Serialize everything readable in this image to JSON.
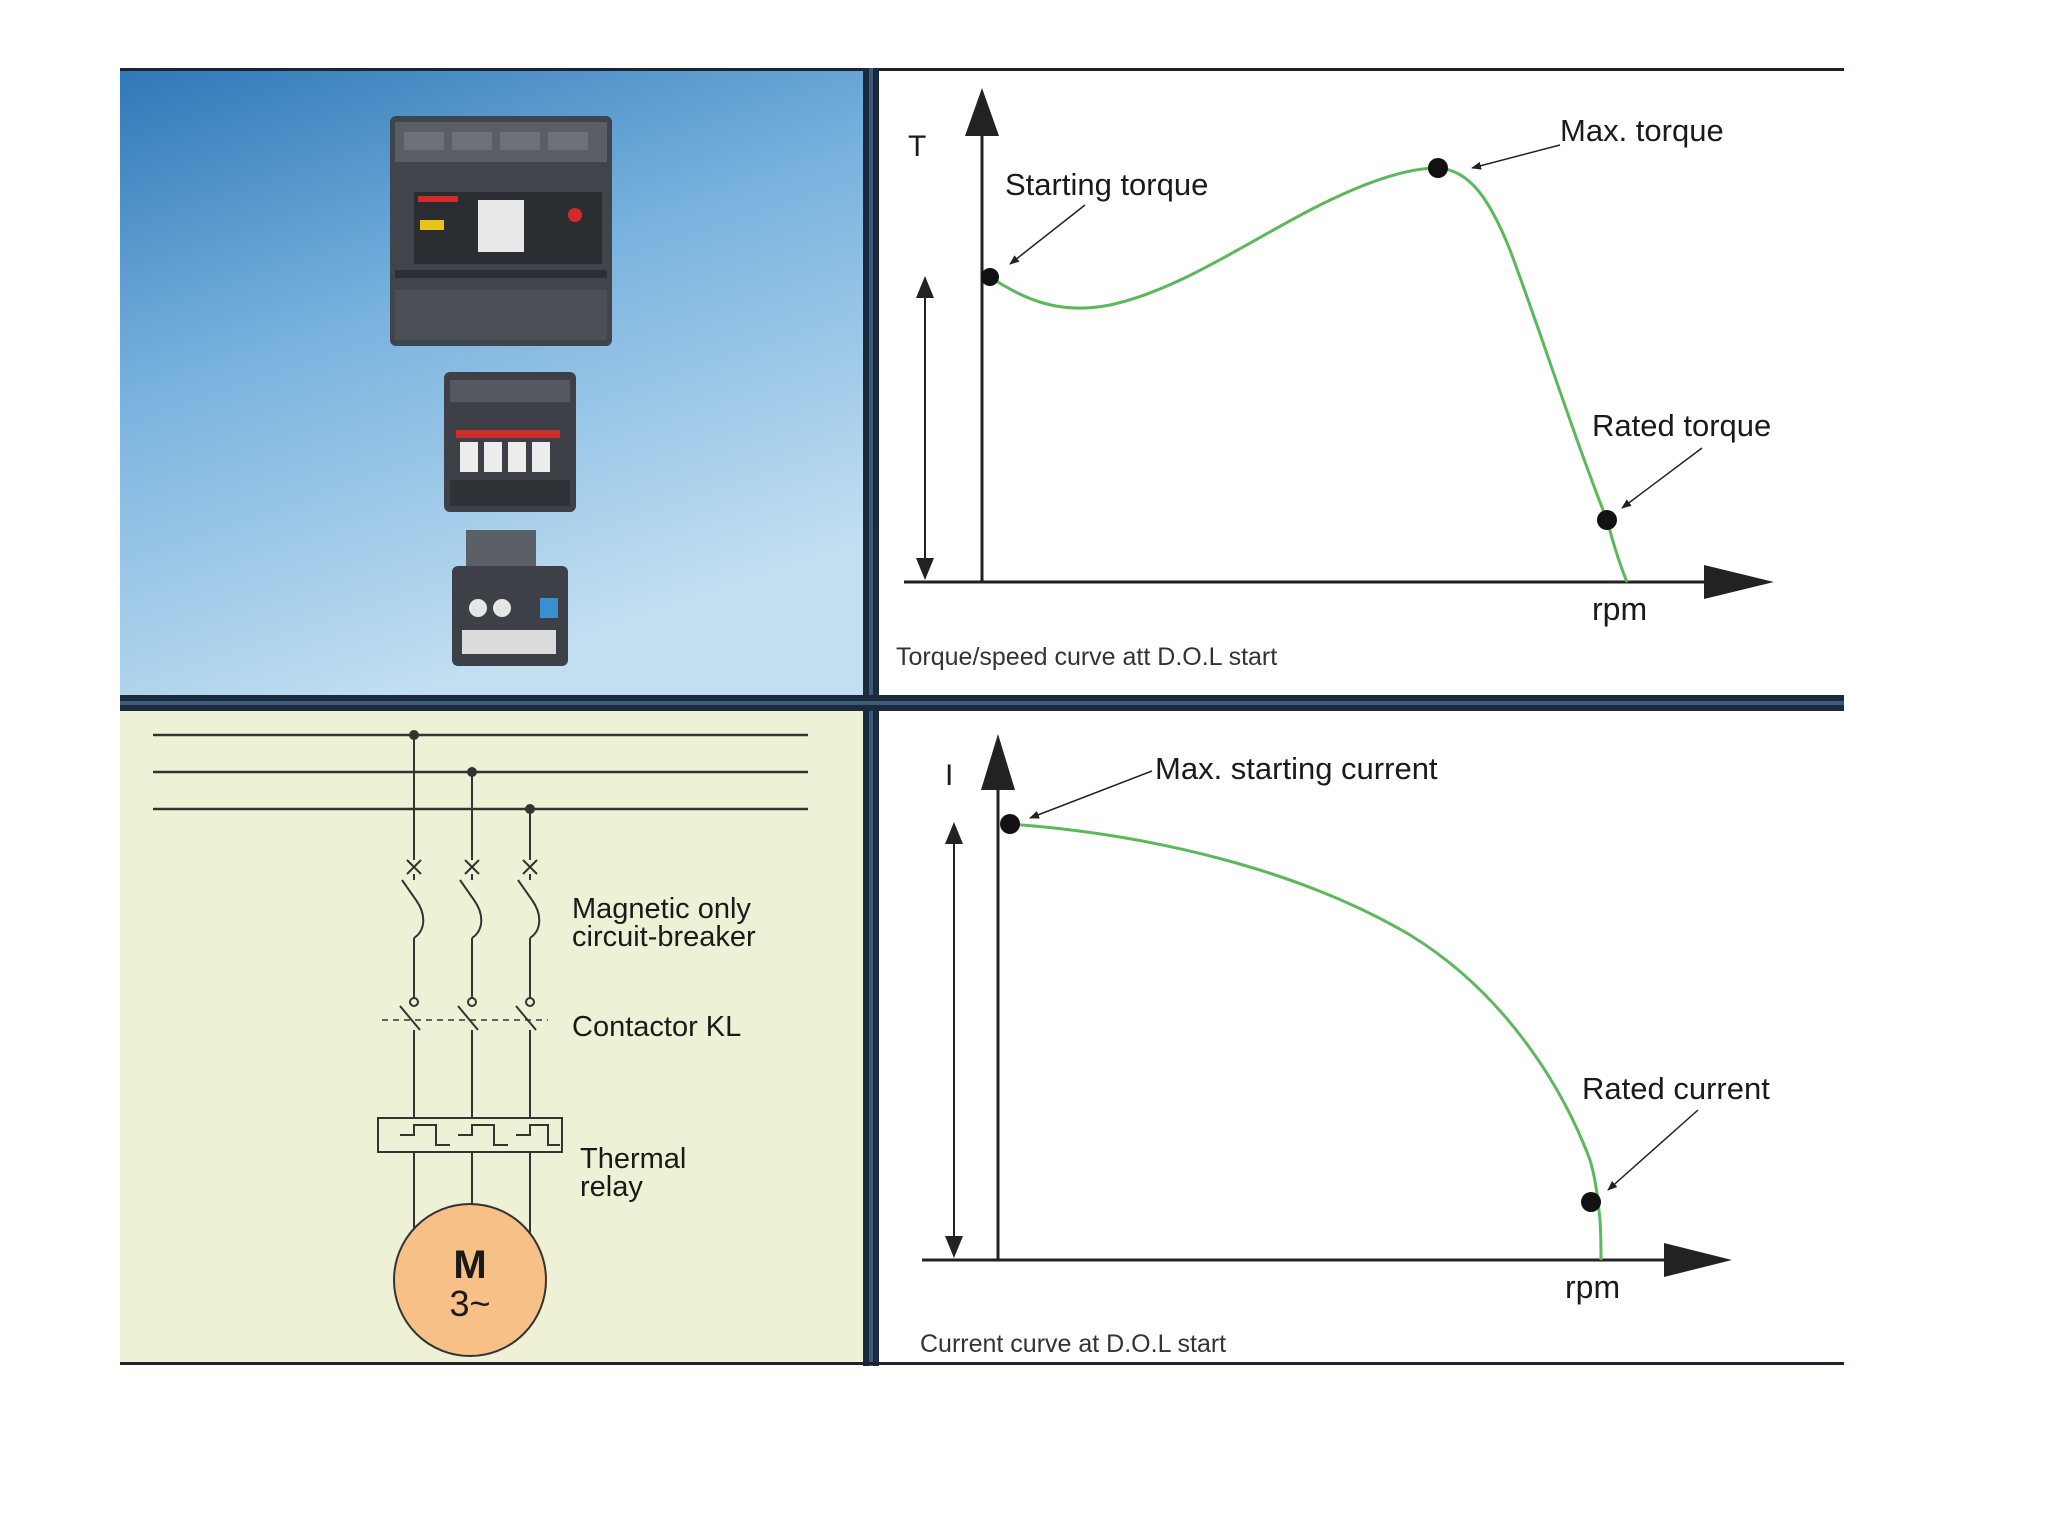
{
  "photo_panel": {
    "devices": [
      "circuit-breaker",
      "contactor",
      "thermal-relay"
    ],
    "background": "#7fb4dc"
  },
  "torque_chart": {
    "y_axis_label": "T",
    "x_axis_label": "rpm",
    "annotations": {
      "starting": "Starting torque",
      "max": "Max. torque",
      "rated": "Rated torque"
    },
    "caption": "Torque/speed curve att D.O.L start",
    "curve_color": "#5cb85c"
  },
  "current_chart": {
    "y_axis_label": "I",
    "x_axis_label": "rpm",
    "annotations": {
      "max": "Max. starting current",
      "rated": "Rated current"
    },
    "caption": "Current curve at D.O.L start",
    "curve_color": "#5cb85c"
  },
  "circuit": {
    "background": "#eef1d6",
    "labels": {
      "breaker_line1": "Magnetic only",
      "breaker_line2": "circuit-breaker",
      "contactor": "Contactor KL",
      "relay_line1": "Thermal",
      "relay_line2": "relay"
    },
    "motor": {
      "letter": "M",
      "phase": "3~",
      "fill": "#f7c086"
    }
  }
}
